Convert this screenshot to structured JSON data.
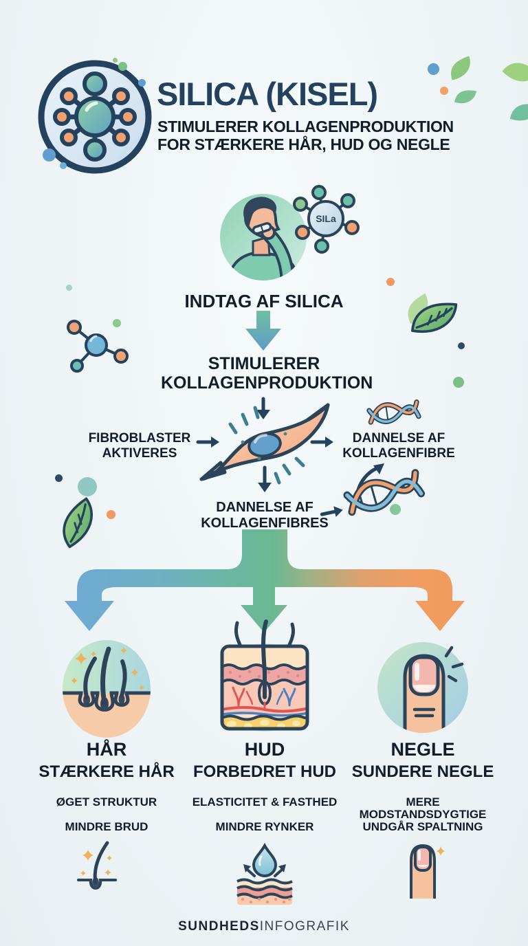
{
  "header": {
    "title": "SILICA (KISEL)",
    "subtitle_line1": "STIMULERER KOLLAGENPRODUKTION",
    "subtitle_line2": "FOR STÆRKERE HÅR, HUD OG NEGLE"
  },
  "flow": {
    "intake_label": "INDTAG AF SILICA",
    "molecule_label": "SILa",
    "stimulate_line1": "STIMULERER",
    "stimulate_line2": "KOLLAGENPRODUKTION",
    "fibroblast_line1": "FIBROBLASTER",
    "fibroblast_line2": "AKTIVERES",
    "formation_right_line1": "DANNELSE AF",
    "formation_right_line2": "KOLLAGENFIBRE",
    "formation_center_line1": "DANNELSE AF",
    "formation_center_line2": "KOLLAGENFIBRES"
  },
  "columns": [
    {
      "title": "HÅR",
      "subtitle": "STÆRKERE HÅR",
      "benefit1": "ØGET STRUKTUR",
      "benefit2": "MINDRE BRUD"
    },
    {
      "title": "HUD",
      "subtitle": "FORBEDRET HUD",
      "benefit1": "ELASTICITET & FASTHED",
      "benefit2": "MINDRE RYNKER"
    },
    {
      "title": "NEGLE",
      "subtitle": "SUNDERE NEGLE",
      "benefit1": "MERE MODSTANDSDYGTIGE",
      "benefit2": "UNDGÅR SPALTNING"
    }
  ],
  "footer": {
    "brand_bold": "SUNDHEDS",
    "brand_light": "INFOGRAFIK"
  },
  "colors": {
    "navy": "#24415e",
    "ink": "#131d28",
    "teal": "#6cbfa8",
    "green": "#7cc089",
    "blue": "#6fa9d6",
    "orange": "#f09a62",
    "peach": "#f6c9a6",
    "background": "#eef4f6"
  }
}
